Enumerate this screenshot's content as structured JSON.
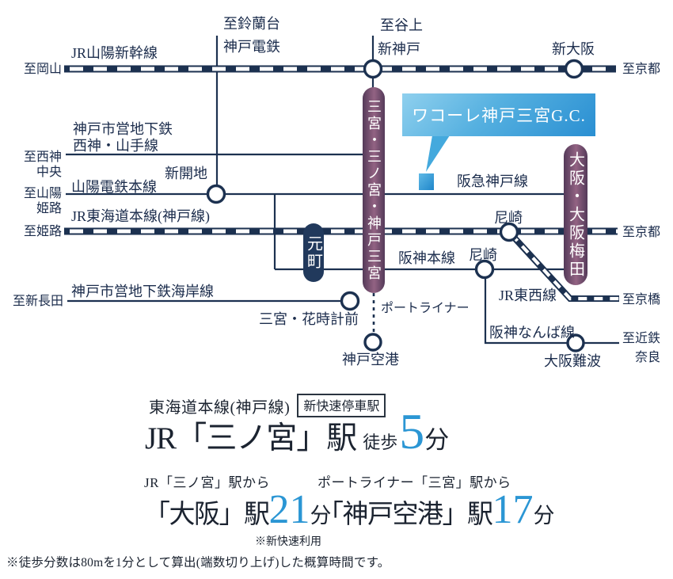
{
  "colors": {
    "rail_navy": "#1c3150",
    "text_navy": "#1b2c4c",
    "accent_blue": "#2b96d4",
    "property_box_gradient_start": "#8fd0ee",
    "property_box_gradient_end": "#2a8fd2",
    "capsule_purple_edge": "#543a59",
    "capsule_purple_center": "#936383",
    "motomachi_navy": "#21395c"
  },
  "map": {
    "property_label": "ワコーレ神戸三宮G.C.",
    "capsules": {
      "sannomiya": "三宮・三ノ宮・神戸三宮",
      "osaka_umeda": "大阪・大阪梅田",
      "motomachi": "元町"
    },
    "labels": {
      "to_suzurandai": "至鈴蘭台",
      "kobe_dentetsu": "神戸電鉄",
      "to_tanigami": "至谷上",
      "shinkansen": "JR山陽新幹線",
      "shin_kobe": "新神戸",
      "shin_osaka": "新大阪",
      "to_kyoto_top": "至京都",
      "to_okayama": "至岡山",
      "subway_seishin1": "神戸市営地下鉄",
      "subway_seishin2": "西神・山手線",
      "to_seishin1": "至西神",
      "to_seishin2": "中央",
      "sanyo": "山陽電鉄本線",
      "shinkaichi": "新開地",
      "to_sanyo1": "至山陽",
      "to_sanyo2": "姫路",
      "jr_tokaido": "JR東海道本線(神戸線)",
      "to_himeji": "至姫路",
      "to_kyoto_jr": "至京都",
      "kaigan": "神戸市営地下鉄海岸線",
      "to_shin_nagata": "至新長田",
      "hanadokeimae": "三宮・花時計前",
      "portliner": "ポートライナー",
      "kobe_airport": "神戸空港",
      "hankyu": "阪急神戸線",
      "hanshin": "阪神本線",
      "amagasaki_jr": "尼崎",
      "amagasaki_hanshin": "尼崎",
      "jr_tozai": "JR東西線",
      "to_kyobashi": "至京橋",
      "hanshin_namba": "阪神なんば線",
      "osaka_namba": "大阪難波",
      "to_kintetsu1": "至近鉄",
      "to_kintetsu2": "奈良"
    }
  },
  "access": {
    "line_name": "東海道本線(神戸線)",
    "badge": "新快速停車駅",
    "walk": {
      "station": "JR「三ノ宮」駅",
      "mode": "徒歩",
      "minutes": "5",
      "unit": "分"
    },
    "route1": {
      "from": "JR「三ノ宮」駅から",
      "dest": "「大阪」駅",
      "minutes": "21",
      "unit": "分",
      "note": "※新快速利用"
    },
    "route2": {
      "from": "ポートライナー「三宮」駅から",
      "dest": "「神戸空港」駅",
      "minutes": "17",
      "unit": "分"
    },
    "footnote": "※徒歩分数は80mを1分として算出(端数切り上げ)した概算時間です。"
  }
}
